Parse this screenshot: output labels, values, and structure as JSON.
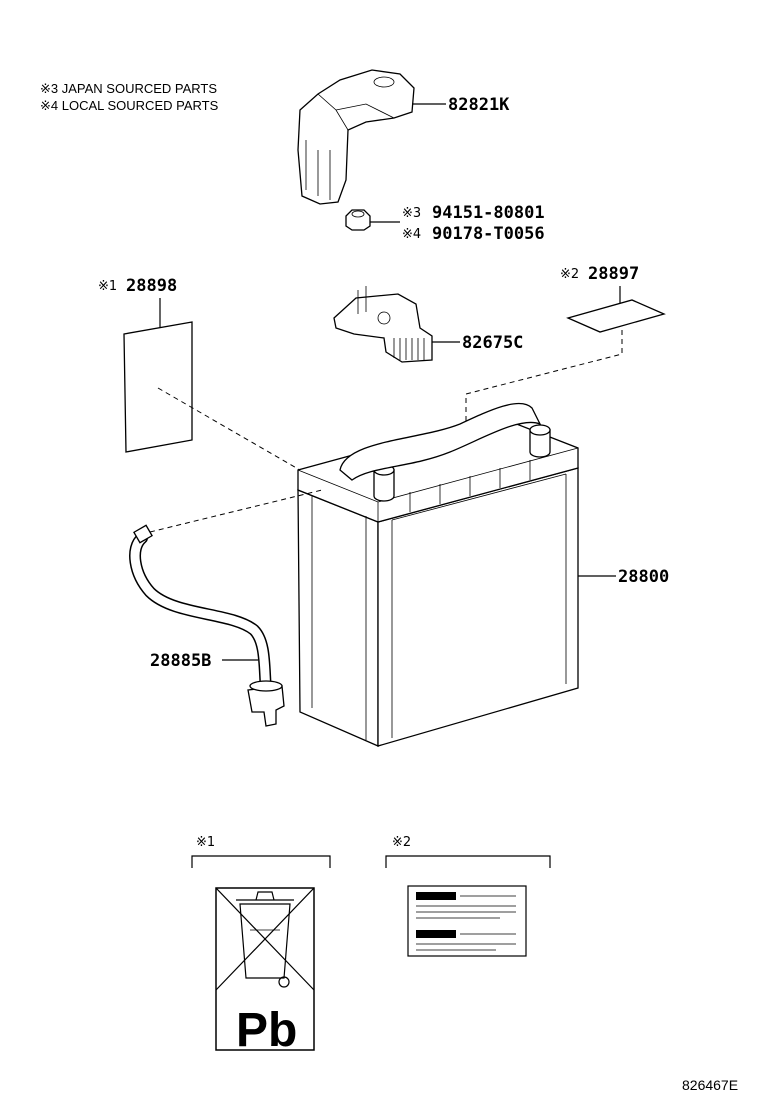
{
  "legend": {
    "line1": "※3 JAPAN SOURCED PARTS",
    "line2": "※4 LOCAL SOURCED PARTS"
  },
  "parts": {
    "cover": "82821K",
    "nut_japan_mark": "※3",
    "nut_japan": "94151-80801",
    "nut_local_mark": "※4",
    "nut_local": "90178-T0056",
    "label_pb_mark": "※1",
    "label_pb": "28898",
    "label_warn_mark": "※2",
    "label_warn": "28897",
    "clamp": "82675C",
    "battery": "28800",
    "hose": "28885B"
  },
  "details": {
    "detail1_mark": "※1",
    "detail2_mark": "※2",
    "pb_symbol": "Pb"
  },
  "diagram_ref": "826467E"
}
